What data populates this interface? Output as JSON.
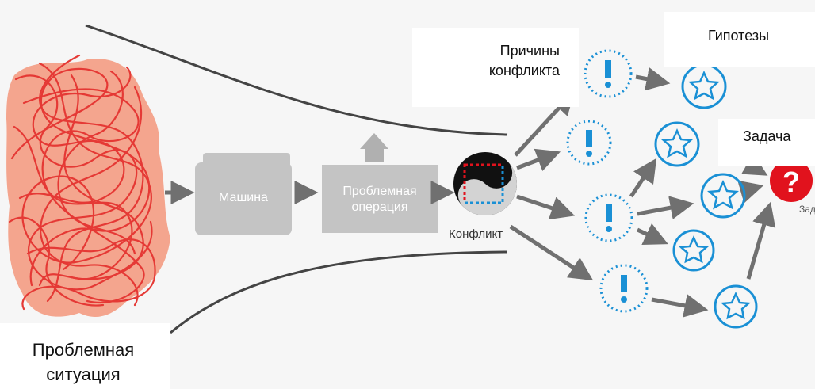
{
  "labels": {
    "problem_situation_line1": "Проблемная",
    "problem_situation_line2": "ситуация",
    "machine": "Машина",
    "problem_operation_line1": "Проблемная",
    "problem_operation_line2": "операция",
    "conflict": "Конфликт",
    "causes_line1": "Причины",
    "causes_line2": "конфликта",
    "hypotheses": "Гипотезы",
    "task": "Задача",
    "task_cut": "Зад"
  },
  "icons": {
    "cause": "exclamation-circle-icon",
    "hypothesis": "star-circle-icon",
    "task": "question-mark-icon",
    "conflict": "conflict-yin-yang-icon"
  },
  "colors": {
    "tangle": "#e53935",
    "tangle_fill": "#f4a58e",
    "blue": "#1a90d5",
    "gray_box": "#c4c4c4",
    "arrow": "#707070",
    "red": "#e1121d"
  }
}
